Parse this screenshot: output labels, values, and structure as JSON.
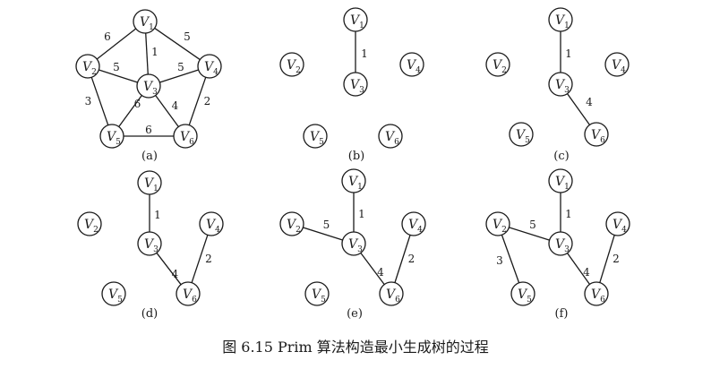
{
  "caption": "图 6.15 Prim 算法构造最小生成树的过程",
  "node_labels": {
    "V1": {
      "main": "V",
      "sub": "1"
    },
    "V2": {
      "main": "V",
      "sub": "2"
    },
    "V3": {
      "main": "V",
      "sub": "3"
    },
    "V4": {
      "main": "V",
      "sub": "4"
    },
    "V5": {
      "main": "V",
      "sub": "5"
    },
    "V6": {
      "main": "V",
      "sub": "6"
    }
  },
  "panels": [
    {
      "id": "a",
      "label": "(a)",
      "edges": [
        {
          "from": "V1",
          "to": "V2",
          "weight": "6"
        },
        {
          "from": "V1",
          "to": "V3",
          "weight": "1"
        },
        {
          "from": "V1",
          "to": "V4",
          "weight": "5"
        },
        {
          "from": "V2",
          "to": "V3",
          "weight": "5"
        },
        {
          "from": "V3",
          "to": "V4",
          "weight": "5"
        },
        {
          "from": "V2",
          "to": "V5",
          "weight": "3"
        },
        {
          "from": "V3",
          "to": "V5",
          "weight": "6"
        },
        {
          "from": "V3",
          "to": "V6",
          "weight": "4"
        },
        {
          "from": "V4",
          "to": "V6",
          "weight": "2"
        },
        {
          "from": "V5",
          "to": "V6",
          "weight": "6"
        }
      ]
    },
    {
      "id": "b",
      "label": "(b)",
      "edges": [
        {
          "from": "V1",
          "to": "V3",
          "weight": "1"
        }
      ]
    },
    {
      "id": "c",
      "label": "(c)",
      "edges": [
        {
          "from": "V1",
          "to": "V3",
          "weight": "1"
        },
        {
          "from": "V3",
          "to": "V6",
          "weight": "4"
        }
      ]
    },
    {
      "id": "d",
      "label": "(d)",
      "edges": [
        {
          "from": "V1",
          "to": "V3",
          "weight": "1"
        },
        {
          "from": "V3",
          "to": "V6",
          "weight": "4"
        },
        {
          "from": "V6",
          "to": "V4",
          "weight": "2"
        }
      ]
    },
    {
      "id": "e",
      "label": "(e)",
      "edges": [
        {
          "from": "V1",
          "to": "V3",
          "weight": "1"
        },
        {
          "from": "V2",
          "to": "V3",
          "weight": "5"
        },
        {
          "from": "V3",
          "to": "V6",
          "weight": "4"
        },
        {
          "from": "V6",
          "to": "V4",
          "weight": "2"
        }
      ]
    },
    {
      "id": "f",
      "label": "(f)",
      "edges": [
        {
          "from": "V1",
          "to": "V3",
          "weight": "1"
        },
        {
          "from": "V2",
          "to": "V3",
          "weight": "5"
        },
        {
          "from": "V2",
          "to": "V5",
          "weight": "3"
        },
        {
          "from": "V3",
          "to": "V6",
          "weight": "4"
        },
        {
          "from": "V6",
          "to": "V4",
          "weight": "2"
        }
      ]
    }
  ]
}
